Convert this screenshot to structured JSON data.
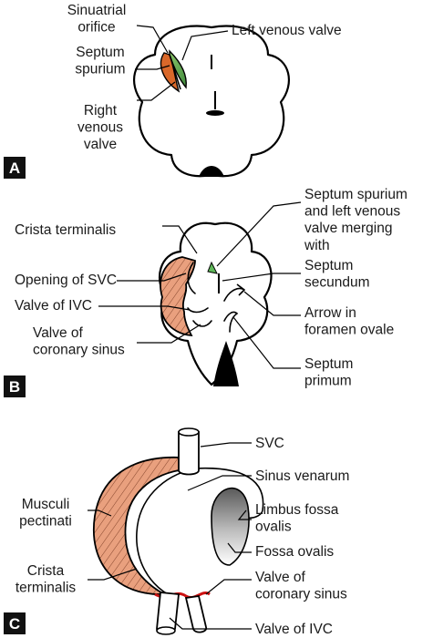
{
  "panel_a": {
    "letter": "A",
    "labels": {
      "sinuatrial_orifice": [
        "Sinuatrial",
        "orifice"
      ],
      "septum_spurium": [
        "Septum",
        "spurium"
      ],
      "right_venous_valve": [
        "Right",
        "venous",
        "valve"
      ],
      "left_venous_valve": [
        "Left venous valve"
      ]
    }
  },
  "panel_b": {
    "letter": "B",
    "labels": {
      "crista_terminalis": [
        "Crista terminalis"
      ],
      "opening_svc": [
        "Opening of SVC"
      ],
      "valve_ivc": [
        "Valve of IVC"
      ],
      "valve_coronary_sinus": [
        "Valve of",
        "coronary sinus"
      ],
      "septum_spurium_merging": [
        "Septum spurium",
        "and left venous",
        "valve merging",
        "with"
      ],
      "septum_secundum": [
        "Septum",
        "secundum"
      ],
      "arrow_foramen_ovale": [
        "Arrow in",
        "foramen ovale"
      ],
      "septum_primum": [
        "Septum",
        "primum"
      ]
    }
  },
  "panel_c": {
    "letter": "C",
    "labels": {
      "svc": [
        "SVC"
      ],
      "sinus_venarum": [
        "Sinus venarum"
      ],
      "musculi_pectinati": [
        "Musculi",
        "pectinati"
      ],
      "limbus_fossa_ovalis": [
        "Limbus fossa",
        "ovalis"
      ],
      "fossa_ovalis": [
        "Fossa ovalis"
      ],
      "crista_terminalis": [
        "Crista",
        "terminalis"
      ],
      "valve_coronary_sinus": [
        "Valve of",
        "coronary sinus"
      ],
      "valve_ivc": [
        "Valve of IVC"
      ]
    }
  },
  "colors": {
    "pectinate_fill": "#e9a07e",
    "valve_green": "#5fb85a",
    "valve_orange": "#d9682a",
    "valve_red": "#cc1111",
    "fossa_gradient_dark": "#6a6a6a"
  }
}
